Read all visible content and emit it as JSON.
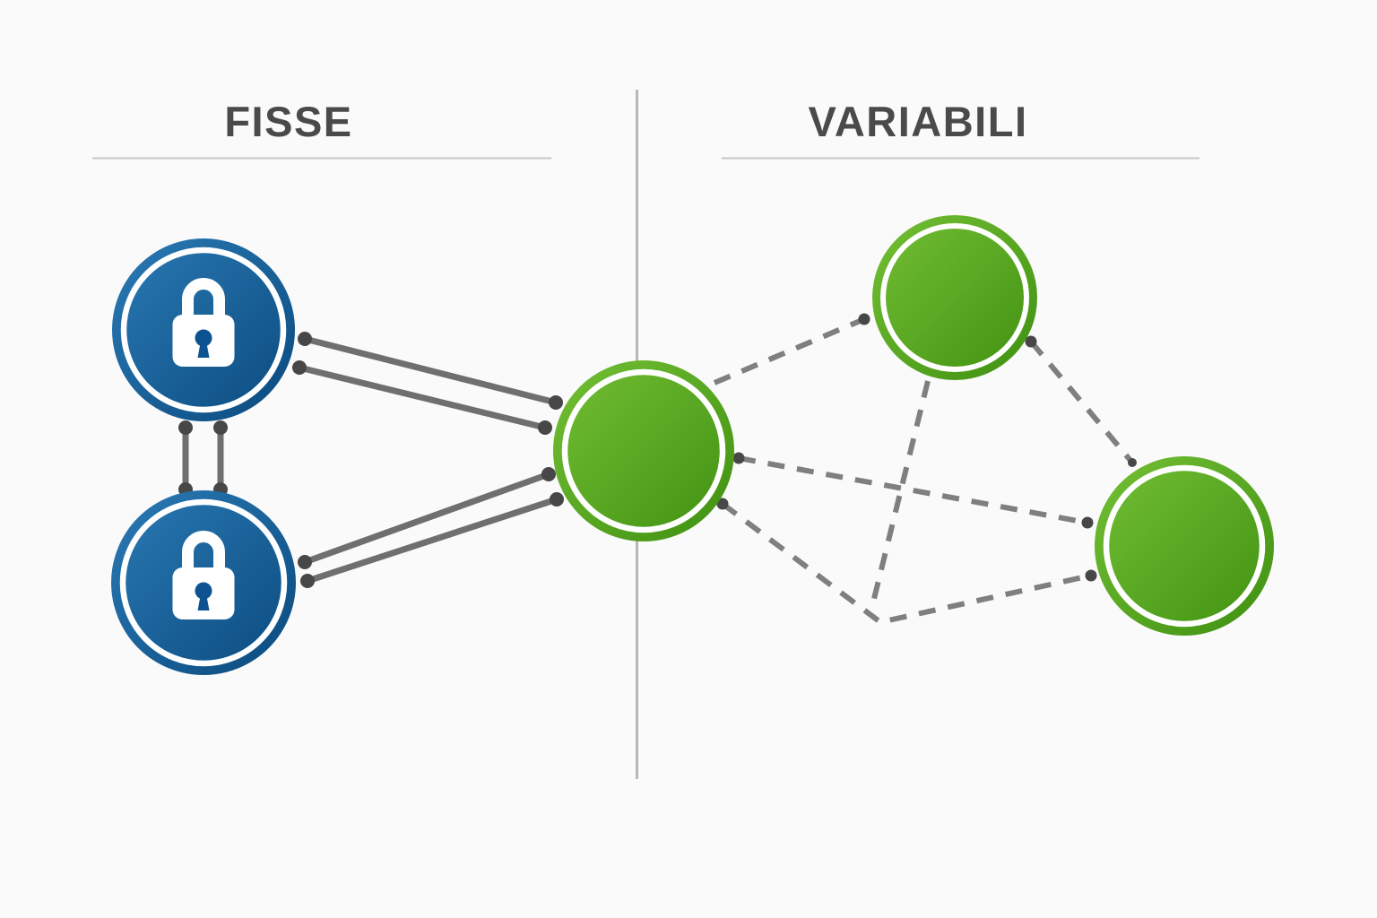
{
  "titles": {
    "left": "FISSE",
    "right": "VARIABILI"
  },
  "colors": {
    "background": "#fbfafb",
    "title_text": "#4a4a4a",
    "underline": "#c6c6c6",
    "divider": "#a8a8a8",
    "fixed_gradient_start": "#2b7ab5",
    "fixed_gradient_end": "#0a4a7e",
    "variable_gradient_start": "#74c035",
    "variable_gradient_end": "#3f9011",
    "node_ring": "#ffffff",
    "lock_icon": "#ffffff",
    "keyhole": "#0d5391",
    "solid_line": "#6f6f6f",
    "dashed_line": "#7f7f7f",
    "connector_dot": "#474747"
  },
  "graph": {
    "nodes": [
      {
        "id": "fixed-1",
        "section": "left",
        "type": "fixed",
        "icon": "lock"
      },
      {
        "id": "fixed-2",
        "section": "left",
        "type": "fixed",
        "icon": "lock"
      },
      {
        "id": "hub",
        "section": "center",
        "type": "variable"
      },
      {
        "id": "var-top",
        "section": "right",
        "type": "variable"
      },
      {
        "id": "var-right",
        "section": "right",
        "type": "variable"
      }
    ],
    "edges": [
      {
        "from": "fixed-1",
        "to": "hub",
        "style": "solid",
        "lines": 2
      },
      {
        "from": "fixed-2",
        "to": "hub",
        "style": "solid",
        "lines": 2
      },
      {
        "from": "fixed-1",
        "to": "fixed-2",
        "style": "solid",
        "lines": 2
      },
      {
        "from": "hub",
        "to": "var-top",
        "style": "dashed"
      },
      {
        "from": "hub",
        "to": "var-right",
        "style": "dashed"
      },
      {
        "from": "hub",
        "to": "var-right",
        "style": "dashed",
        "note": "bent path via bottom"
      },
      {
        "from": "var-top",
        "to": "var-right",
        "style": "dashed"
      },
      {
        "from": "var-top",
        "to": "bottom-bend",
        "style": "dashed"
      }
    ]
  }
}
